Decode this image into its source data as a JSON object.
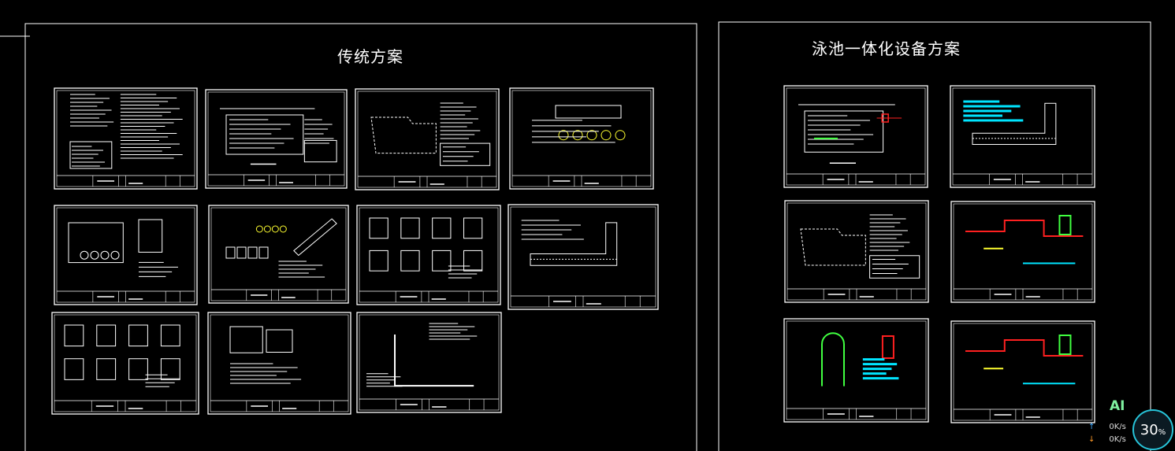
{
  "titles": {
    "left": "传统方案",
    "right": "泳池一体化设备方案"
  },
  "overlay": {
    "ai_label": "AI",
    "upload_speed": "0K/s",
    "download_speed": "0K/s",
    "percent_value": "30",
    "percent_unit": "%"
  },
  "colors": {
    "background": "#000000",
    "lines": "#ffffff",
    "cyan": "#00e5ff",
    "red": "#ff2020",
    "green": "#40ff40",
    "yellow": "#ffff30"
  }
}
